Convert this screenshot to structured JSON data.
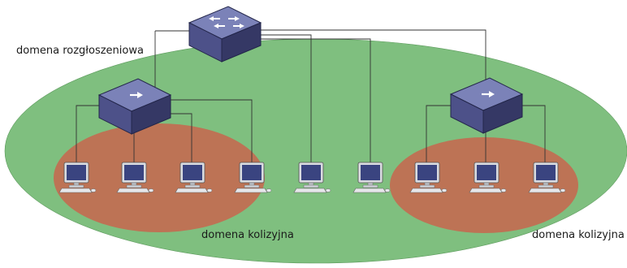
{
  "labels": {
    "broadcast_domain": "domena rozgłoszeniowa",
    "collision_domain_left": "domena kolizyjna",
    "collision_domain_right": "domena kolizyjna"
  },
  "colors": {
    "broadcast_domain_fill": "#7fbf7f",
    "collision_domain_fill": "#bd7355",
    "device_top": "#7b82b8",
    "device_front": "#4d5189",
    "device_side": "#353865",
    "screen": "#3a4480",
    "link": "#333333"
  },
  "devices": {
    "core_switch": "switch-icon",
    "access_switch": "hub-icon",
    "end_hosts": "computer-icon"
  }
}
